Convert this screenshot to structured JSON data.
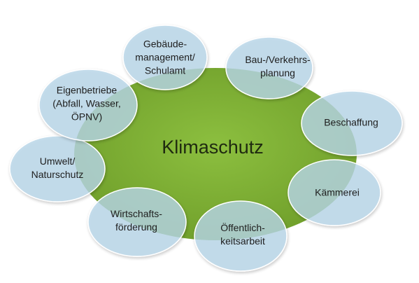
{
  "diagram": {
    "center": {
      "label": "Klimaschutz"
    },
    "nodes": [
      {
        "id": "gebaeude",
        "lines": [
          "Gebäude-",
          "management/",
          "Schulamt"
        ]
      },
      {
        "id": "bau",
        "lines": [
          "Bau-/Verkehrs-",
          "planung"
        ]
      },
      {
        "id": "beschaffung",
        "lines": [
          "Beschaffung"
        ]
      },
      {
        "id": "kaemmerei",
        "lines": [
          "Kämmerei"
        ]
      },
      {
        "id": "oeffentlichkeit",
        "lines": [
          "Öffentlich-",
          "keitsarbeit"
        ]
      },
      {
        "id": "wirtschaft",
        "lines": [
          "Wirtschafts-",
          "förderung"
        ]
      },
      {
        "id": "umwelt",
        "lines": [
          "Umwelt/",
          "Naturschutz"
        ]
      },
      {
        "id": "eigenbetriebe",
        "lines": [
          "Eigenbetriebe",
          "(Abfall, Wasser,",
          "ÖPNV)"
        ]
      }
    ],
    "colors": {
      "center_fill": "#8cbf3f",
      "center_fill_dark": "#6f9e2a",
      "bubble_fill": "#b8d7ea",
      "bubble_stroke": "#ffffff",
      "text": "#1e1e1e"
    }
  }
}
